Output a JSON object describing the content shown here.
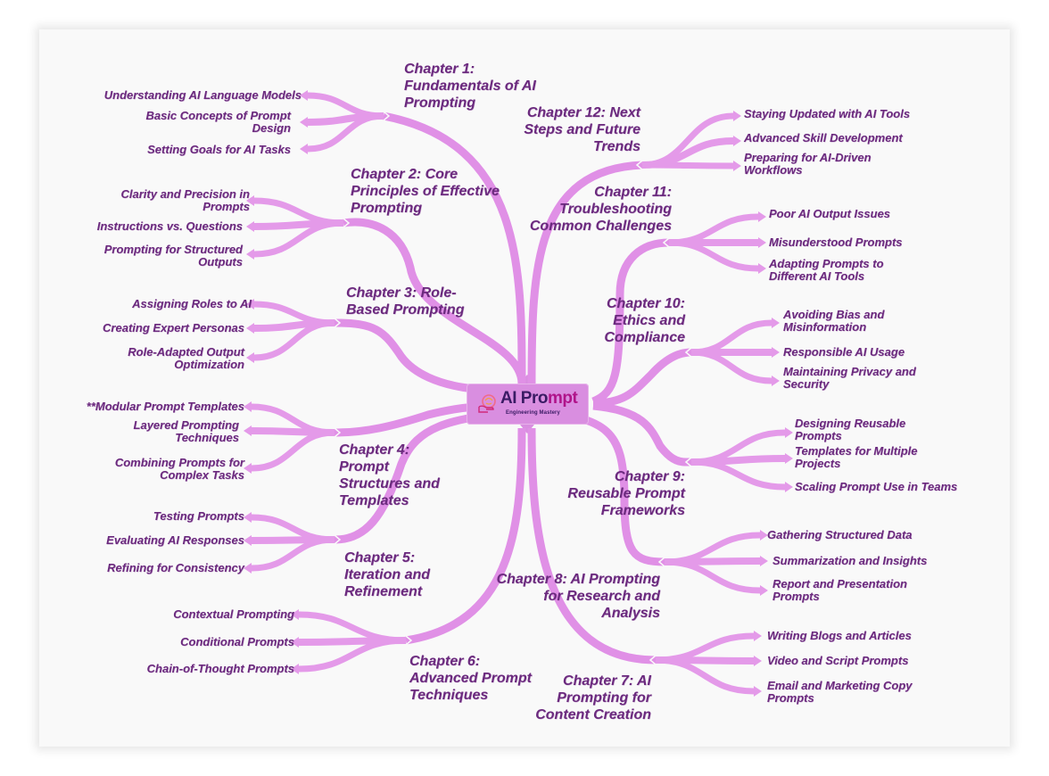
{
  "mindmap": {
    "center": {
      "title_part1": "AI Pro",
      "title_part2": "mpt",
      "subtitle": "Engineering Mastery",
      "logo_icon": "brain-hand-icon"
    },
    "colors": {
      "branch": "#e090e6",
      "center_fill": "#d98ee0",
      "text": "#6b2a7e",
      "background": "#f9f9f9"
    },
    "chapters": [
      {
        "title": "Chapter 1: Fundamentals of AI Prompting",
        "lines": [
          "Chapter 1:",
          "Fundamentals of AI",
          "Prompting"
        ],
        "topics": [
          [
            "Understanding AI Language Models"
          ],
          [
            "Basic Concepts of Prompt",
            "Design"
          ],
          [
            "Setting Goals for AI Tasks"
          ]
        ]
      },
      {
        "title": "Chapter 2: Core Principles of Effective Prompting",
        "lines": [
          "Chapter 2: Core",
          "Principles of Effective",
          "Prompting"
        ],
        "topics": [
          [
            "Clarity and Precision in",
            "Prompts"
          ],
          [
            "Instructions vs. Questions"
          ],
          [
            "Prompting for Structured",
            "Outputs"
          ]
        ]
      },
      {
        "title": "Chapter 3: Role-Based Prompting",
        "lines": [
          "Chapter 3: Role-",
          "Based Prompting"
        ],
        "topics": [
          [
            "Assigning Roles to AI"
          ],
          [
            "Creating Expert Personas"
          ],
          [
            "Role-Adapted Output",
            "Optimization"
          ]
        ]
      },
      {
        "title": "Chapter 4: Prompt Structures and Templates",
        "lines": [
          "Chapter 4:",
          "Prompt",
          "Structures and",
          "Templates"
        ],
        "topics": [
          [
            "**Modular Prompt Templates"
          ],
          [
            "Layered Prompting",
            "Techniques"
          ],
          [
            "Combining Prompts for",
            "Complex Tasks"
          ]
        ]
      },
      {
        "title": "Chapter 5: Iteration and Refinement",
        "lines": [
          "Chapter 5:",
          "Iteration and",
          "Refinement"
        ],
        "topics": [
          [
            "Testing Prompts"
          ],
          [
            "Evaluating AI Responses"
          ],
          [
            "Refining for Consistency"
          ]
        ]
      },
      {
        "title": "Chapter 6: Advanced Prompt Techniques",
        "lines": [
          "Chapter 6:",
          "Advanced Prompt",
          "Techniques"
        ],
        "topics": [
          [
            "Contextual Prompting"
          ],
          [
            "Conditional Prompts"
          ],
          [
            "Chain-of-Thought Prompts"
          ]
        ]
      },
      {
        "title": "Chapter 7: AI Prompting for Content Creation",
        "lines": [
          "Chapter 7: AI",
          "Prompting for",
          "Content Creation"
        ],
        "topics": [
          [
            "Writing Blogs and Articles"
          ],
          [
            "Video and Script Prompts"
          ],
          [
            "Email and Marketing Copy",
            "Prompts"
          ]
        ]
      },
      {
        "title": "Chapter 8: AI Prompting for Research and Analysis",
        "lines": [
          "Chapter 8: AI Prompting",
          "for Research and",
          "Analysis"
        ],
        "topics": [
          [
            "Gathering Structured Data"
          ],
          [
            "Summarization and Insights"
          ],
          [
            "Report and Presentation",
            "Prompts"
          ]
        ]
      },
      {
        "title": "Chapter 9: Reusable Prompt Frameworks",
        "lines": [
          "Chapter 9:",
          "Reusable Prompt",
          "Frameworks"
        ],
        "topics": [
          [
            "Designing Reusable",
            "Prompts"
          ],
          [
            "Templates for Multiple",
            "Projects"
          ],
          [
            "Scaling Prompt Use in Teams"
          ]
        ]
      },
      {
        "title": "Chapter 10: Ethics and Compliance",
        "lines": [
          "Chapter 10:",
          "Ethics and",
          "Compliance"
        ],
        "topics": [
          [
            "Avoiding Bias and",
            "Misinformation"
          ],
          [
            "Responsible AI Usage"
          ],
          [
            "Maintaining Privacy and",
            "Security"
          ]
        ]
      },
      {
        "title": "Chapter 11: Troubleshooting Common Challenges",
        "lines": [
          "Chapter 11:",
          "Troubleshooting",
          "Common Challenges"
        ],
        "topics": [
          [
            "Poor AI Output Issues"
          ],
          [
            "Misunderstood Prompts"
          ],
          [
            "Adapting Prompts to",
            "Different AI Tools"
          ]
        ]
      },
      {
        "title": "Chapter 12: Next Steps and Future Trends",
        "lines": [
          "Chapter 12: Next",
          "Steps and Future",
          "Trends"
        ],
        "topics": [
          [
            "Staying Updated with AI Tools"
          ],
          [
            "Advanced Skill Development"
          ],
          [
            "Preparing for AI-Driven",
            "Workflows"
          ]
        ]
      }
    ]
  }
}
